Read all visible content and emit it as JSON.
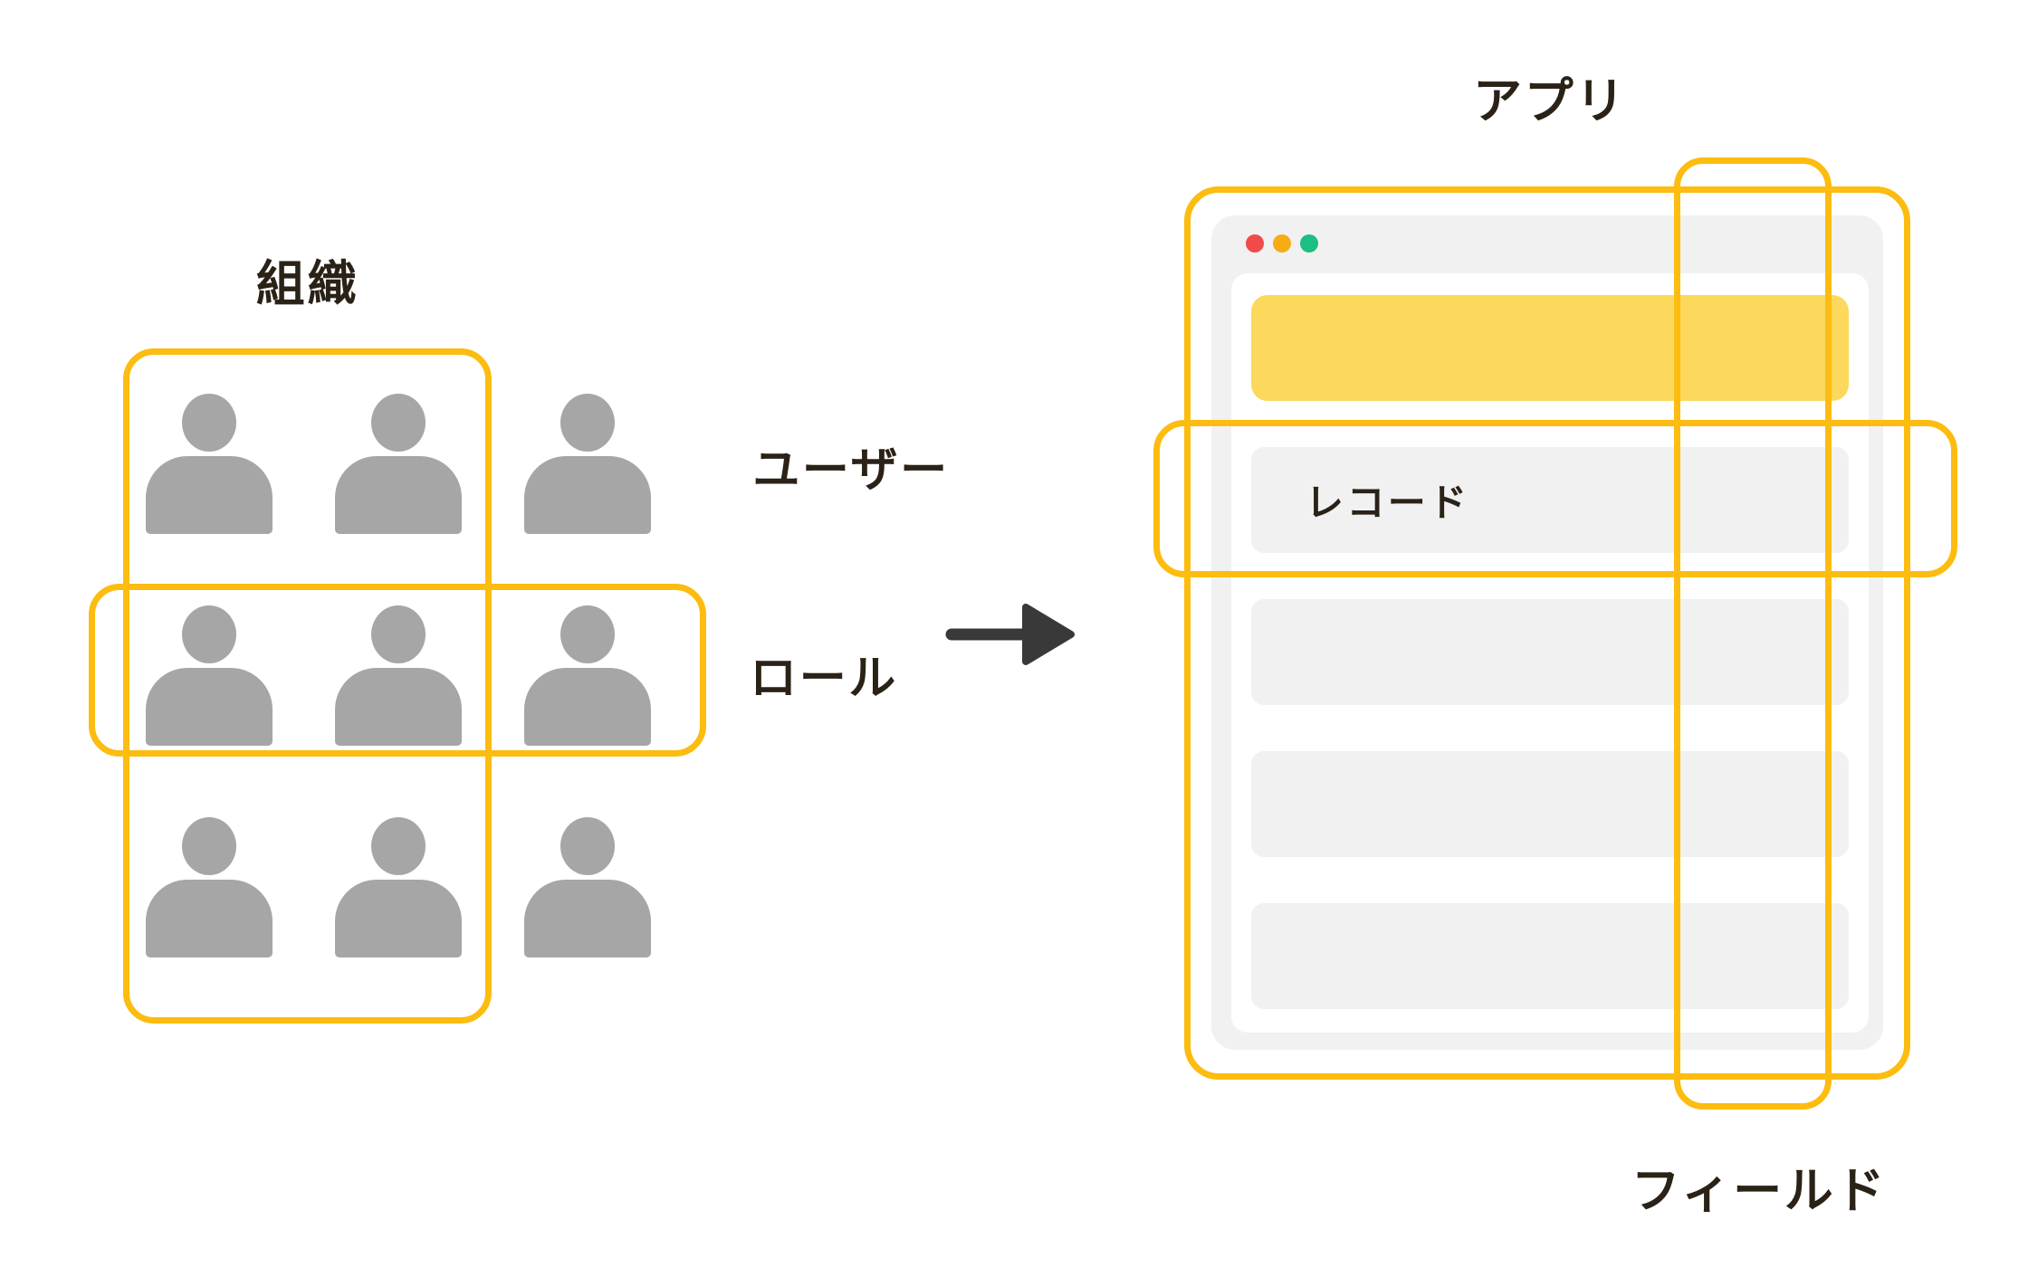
{
  "page": {
    "background": "#ffffff"
  },
  "colors": {
    "page-bg": "#ffffff",
    "outline-yellow": "#fcbc10",
    "header-yellow": "#fcd95c",
    "window-gray": "#f1f1f2",
    "row-gray": "#f1f1f2",
    "panel-white": "#ffffff",
    "person-gray": "#a6a6a6",
    "label-dark": "#2b2217",
    "arrow-dark": "#393939",
    "traffic-red": "#f04a4b",
    "traffic-orange": "#f6ac14",
    "traffic-green": "#1dbe81"
  },
  "left": {
    "org_label": "組織",
    "user_label": "ユーザー",
    "role_label": "ロール",
    "people_grid": {
      "rows": 3,
      "cols": 3
    }
  },
  "right": {
    "app_label": "アプリ",
    "record_label": "レコード",
    "field_label": "フィールド",
    "window": {
      "row_count": 4
    }
  }
}
